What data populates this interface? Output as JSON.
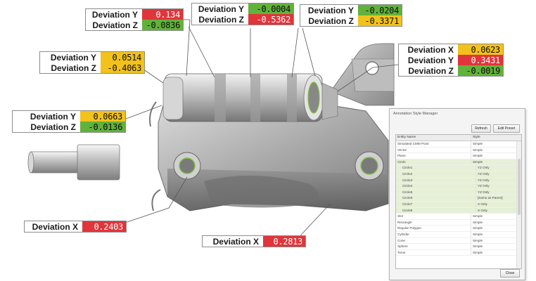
{
  "callouts": [
    {
      "id": "c1",
      "rows": [
        {
          "label": "Deviation Y",
          "value": "0.134",
          "color": "#e0353b"
        },
        {
          "label": "Deviation Z",
          "value": "-0.0836",
          "color": "#61b23a"
        }
      ]
    },
    {
      "id": "c2",
      "rows": [
        {
          "label": "Deviation Y",
          "value": "-0.0004",
          "color": "#61b23a"
        },
        {
          "label": "Deviation Z",
          "value": "-0.5362",
          "color": "#e0353b"
        }
      ]
    },
    {
      "id": "c3",
      "rows": [
        {
          "label": "Deviation Y",
          "value": "-0.0204",
          "color": "#61b23a"
        },
        {
          "label": "Deviation Z",
          "value": "-0.3371",
          "color": "#f2c21b"
        }
      ]
    },
    {
      "id": "c4",
      "rows": [
        {
          "label": "Deviation X",
          "value": "0.0623",
          "color": "#f2c21b"
        },
        {
          "label": "Deviation Y",
          "value": "0.3431",
          "color": "#e0353b"
        },
        {
          "label": "Deviation Z",
          "value": "-0.0019",
          "color": "#61b23a"
        }
      ]
    },
    {
      "id": "c5",
      "rows": [
        {
          "label": "Deviation Y",
          "value": "0.0514",
          "color": "#f2c21b"
        },
        {
          "label": "Deviation Z",
          "value": "-0.4063",
          "color": "#f2c21b"
        }
      ]
    },
    {
      "id": "c6",
      "rows": [
        {
          "label": "Deviation Y",
          "value": "0.0663",
          "color": "#f2c21b"
        },
        {
          "label": "Deviation Z",
          "value": "-0.0136",
          "color": "#61b23a"
        }
      ]
    },
    {
      "id": "c7",
      "rows": [
        {
          "label": "Deviation X",
          "value": "0.2403",
          "color": "#e0353b"
        }
      ]
    },
    {
      "id": "c8",
      "rows": [
        {
          "label": "Deviation X",
          "value": "0.2813",
          "color": "#e0353b"
        }
      ]
    }
  ],
  "dialog": {
    "title": "Annotation Style Manager",
    "refresh_label": "Refresh",
    "edit_preset_label": "Edit Preset",
    "close_label": "Close",
    "columns": [
      "Entity Name",
      "Style"
    ],
    "rows": [
      {
        "name": "Simulated CMM Point",
        "style": "Simple",
        "indent": 0,
        "selected": false
      },
      {
        "name": "Vector",
        "style": "Simple",
        "indent": 0,
        "selected": false
      },
      {
        "name": "Plane",
        "style": "Simple",
        "indent": 0,
        "selected": false
      },
      {
        "name": "Circle",
        "style": "Simple",
        "indent": 0,
        "selected": true
      },
      {
        "name": "Circle1",
        "style": "YZ Only",
        "indent": 1,
        "selected": true
      },
      {
        "name": "Circle2",
        "style": "YZ Only",
        "indent": 1,
        "selected": true
      },
      {
        "name": "Circle3",
        "style": "YZ Only",
        "indent": 1,
        "selected": true
      },
      {
        "name": "Circle4",
        "style": "YZ Only",
        "indent": 1,
        "selected": true
      },
      {
        "name": "Circle5",
        "style": "YZ Only",
        "indent": 1,
        "selected": true
      },
      {
        "name": "Circle6",
        "style": "[Same as Parent]",
        "indent": 1,
        "selected": true
      },
      {
        "name": "Circle7",
        "style": "X Only",
        "indent": 1,
        "selected": true
      },
      {
        "name": "Circle8",
        "style": "X Only",
        "indent": 1,
        "selected": true
      },
      {
        "name": "Slot",
        "style": "Simple",
        "indent": 0,
        "selected": false
      },
      {
        "name": "Rectangle",
        "style": "Simple",
        "indent": 0,
        "selected": false
      },
      {
        "name": "Regular Polygon",
        "style": "Simple",
        "indent": 0,
        "selected": false
      },
      {
        "name": "Cylinder",
        "style": "Simple",
        "indent": 0,
        "selected": false
      },
      {
        "name": "Cone",
        "style": "Simple",
        "indent": 0,
        "selected": false
      },
      {
        "name": "Sphere",
        "style": "Simple",
        "indent": 0,
        "selected": false
      },
      {
        "name": "Torus",
        "style": "Simple",
        "indent": 0,
        "selected": false
      }
    ]
  }
}
